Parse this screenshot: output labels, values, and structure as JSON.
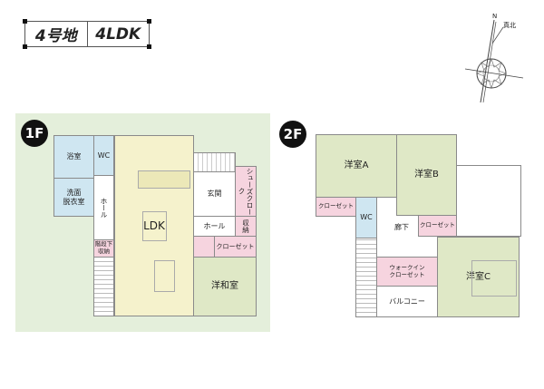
{
  "header": {
    "lot": "4号地",
    "layout": "4LDK"
  },
  "compass": {
    "north_label": "N",
    "true_north_label": "真北",
    "icon": "compass-rose-icon"
  },
  "floor1": {
    "badge": "1F",
    "rooms": {
      "bath": "浴室",
      "wc": "WC",
      "washroom": "洗面\n脱衣室",
      "hall_left": "ホール",
      "ldk": "LDK",
      "entrance": "玄関",
      "shoe_cloak": "シューズクローク",
      "hall_right": "ホール",
      "storage": "収納",
      "closet": "クローゼット",
      "under_stair_storage": "階段下\n収納",
      "japanese_western_room": "洋和室"
    }
  },
  "floor2": {
    "badge": "2F",
    "rooms": {
      "room_a": "洋室A",
      "closet_a": "クローゼット",
      "wc": "WC",
      "room_b": "洋室B",
      "closet_b": "クローゼット",
      "corridor": "廊下",
      "walk_in_closet": "ウォークイン\nクローゼット",
      "room_c": "洋室C",
      "balcony": "バルコニー"
    }
  },
  "colors": {
    "rooms_green": "#dfe8c6",
    "ldk_yellow": "#f5f2cc",
    "wet_blue": "#cfe6f1",
    "storage_pink": "#f6d4df",
    "plate_green": "#e4efdb"
  }
}
